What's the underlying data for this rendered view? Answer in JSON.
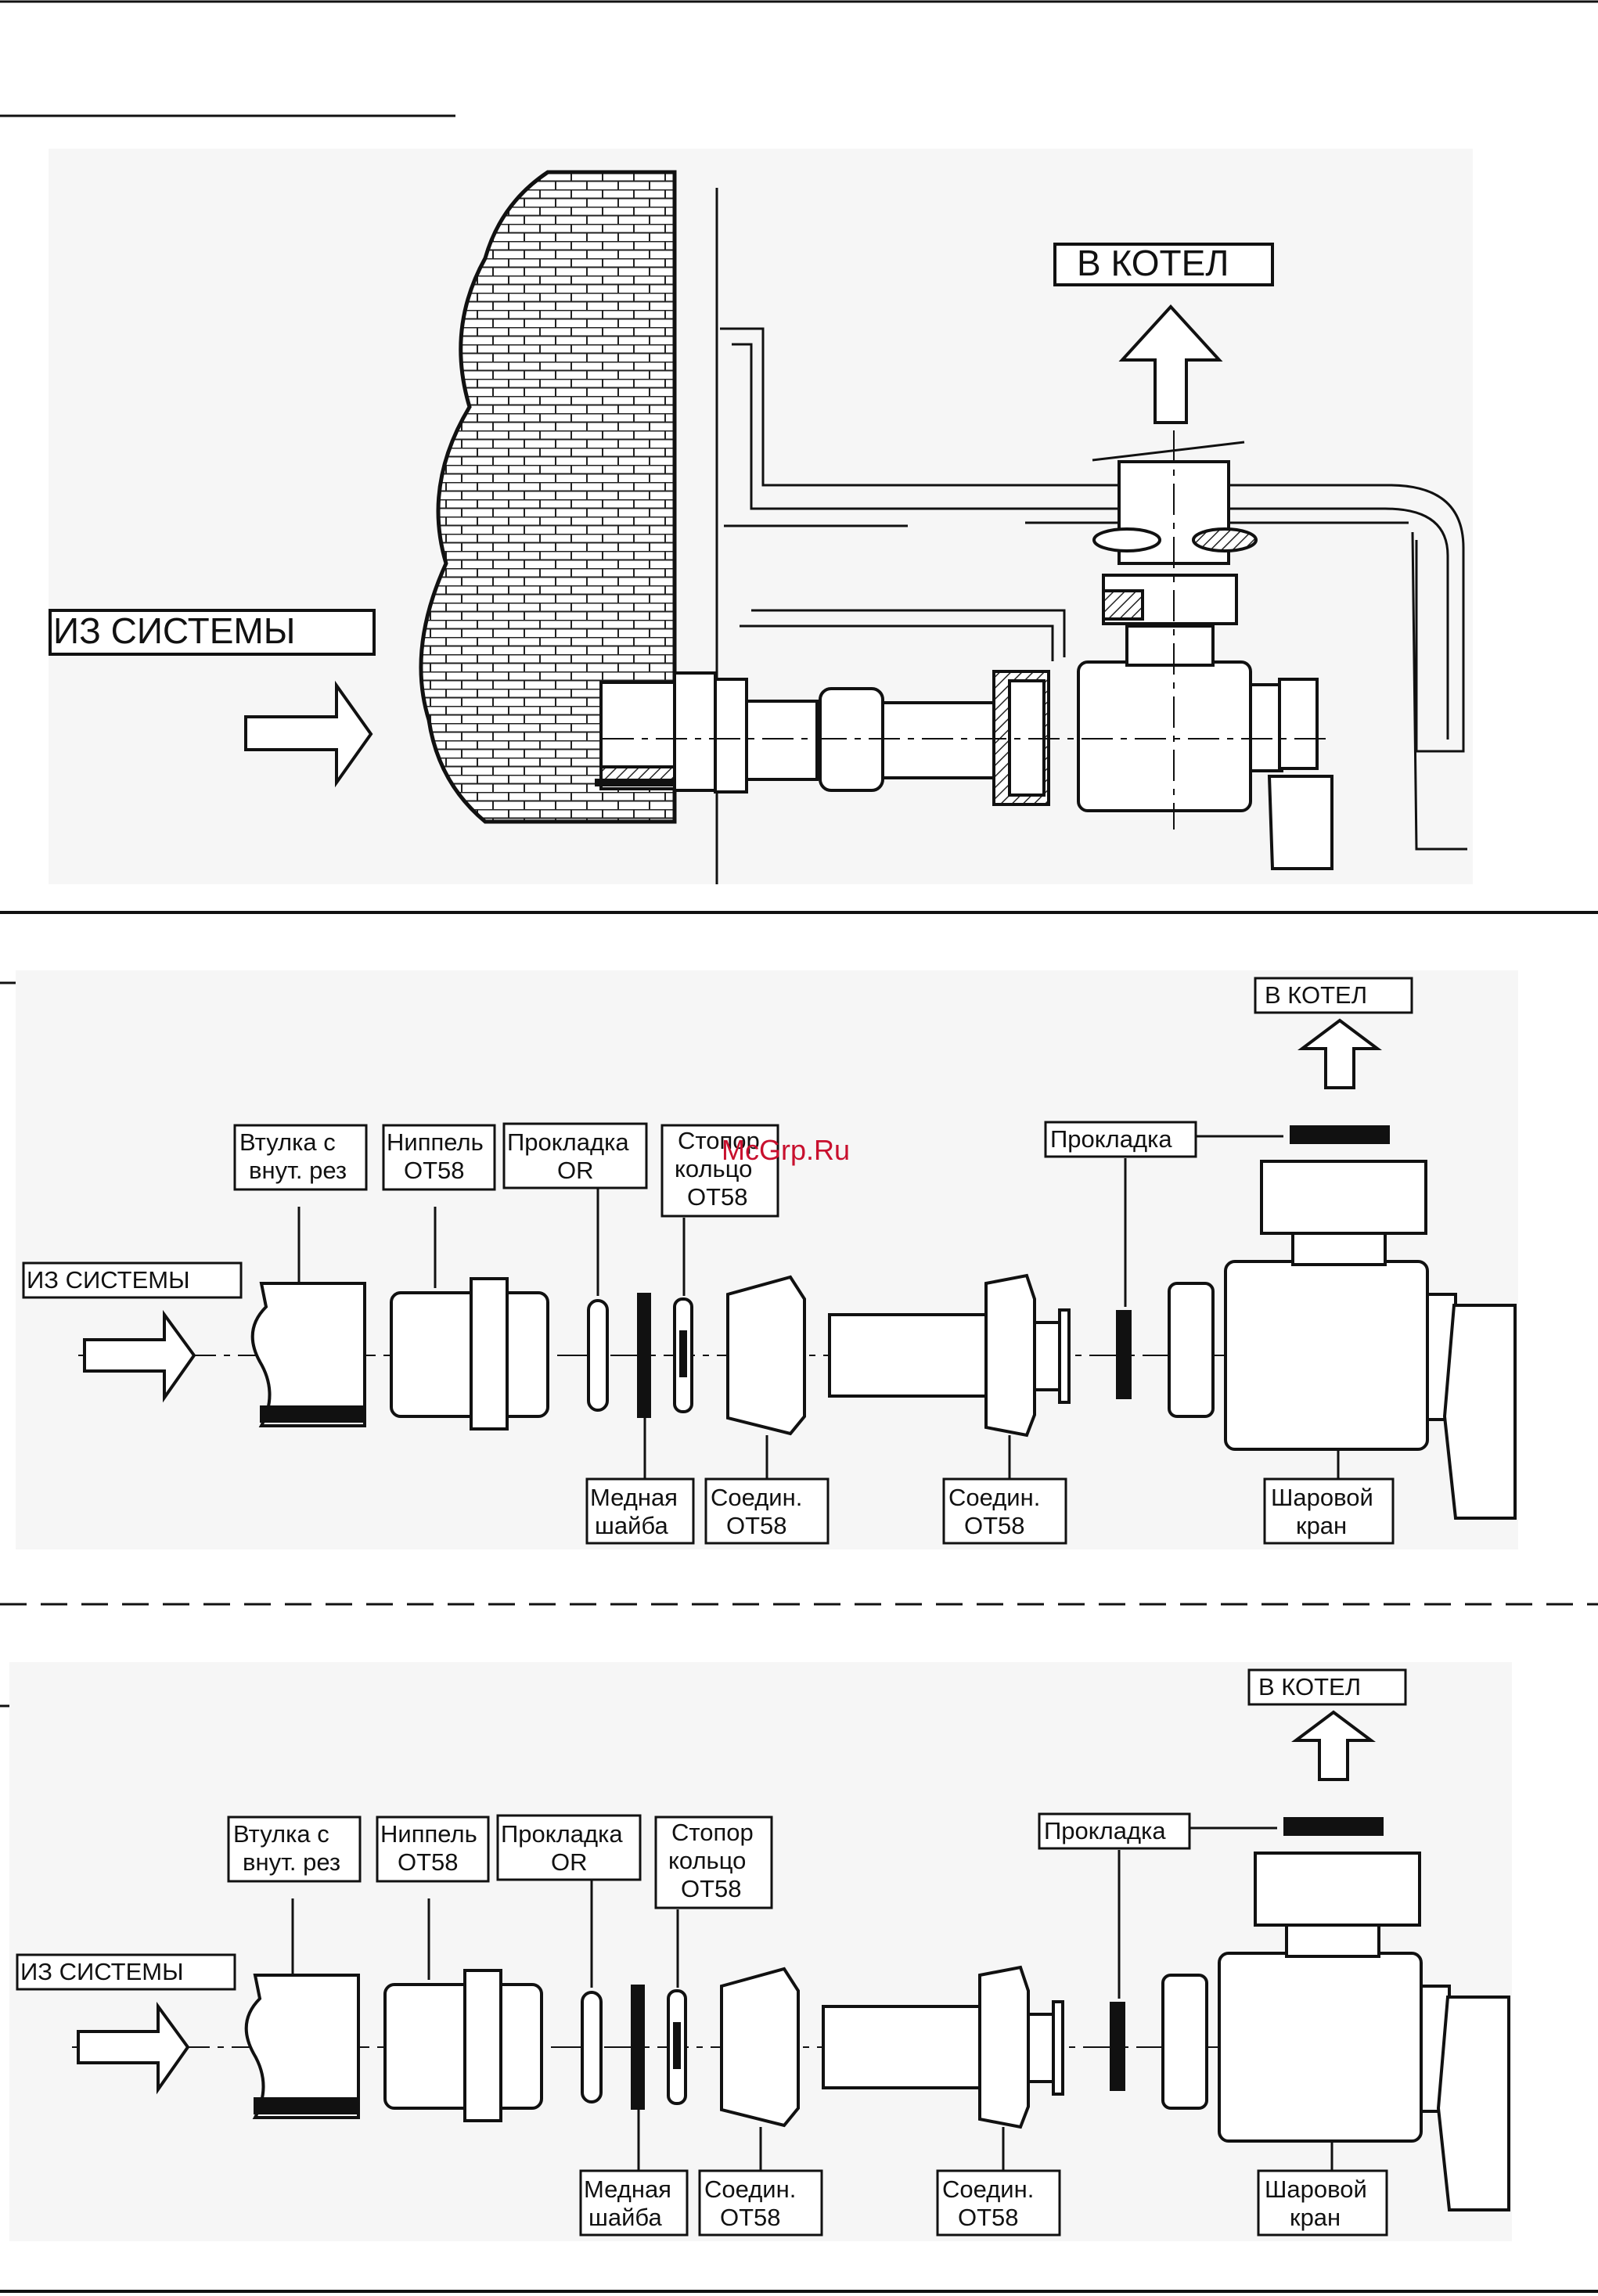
{
  "diagram1": {
    "to_boiler": "В КОТЕЛ",
    "from_system": "ИЗ СИСТЕМЫ"
  },
  "diagram2": {
    "to_boiler": "В КОТЕЛ",
    "from_system": "ИЗ СИСТЕМЫ",
    "labels": {
      "bushing": [
        "Втулка с",
        "внут. рез"
      ],
      "nipple": [
        "Ниппель",
        "OT58"
      ],
      "gasket_or": [
        "Прокладка",
        "OR"
      ],
      "stop_ring": [
        "Стопор",
        "кольцо",
        "OT58"
      ],
      "gasket": [
        "Прокладка"
      ],
      "copper_washer": [
        "Медная",
        "шайба"
      ],
      "connector_1": [
        "Соедин.",
        "OT58"
      ],
      "connector_2": [
        "Соедин.",
        "OT58"
      ],
      "ball_valve": [
        "Шаровой",
        "кран"
      ]
    },
    "watermark": "McGrp.Ru"
  },
  "diagram3": {
    "to_boiler": "В КОТЕЛ",
    "from_system": "ИЗ СИСТЕМЫ",
    "labels": {
      "bushing": [
        "Втулка с",
        "внут. рез"
      ],
      "nipple": [
        "Ниппель",
        "OT58"
      ],
      "gasket_or": [
        "Прокладка",
        "OR"
      ],
      "stop_ring": [
        "Стопор",
        "кольцо",
        "OT58"
      ],
      "gasket": [
        "Прокладка"
      ],
      "copper_washer": [
        "Медная",
        "шайба"
      ],
      "connector_1": [
        "Соедин.",
        "OT58"
      ],
      "connector_2": [
        "Соедин.",
        "OT58"
      ],
      "ball_valve": [
        "Шаровой",
        "кран"
      ]
    }
  },
  "colors": {
    "line": "#111111",
    "watermark": "#c8102e",
    "hatch": "#e9e9e9"
  }
}
